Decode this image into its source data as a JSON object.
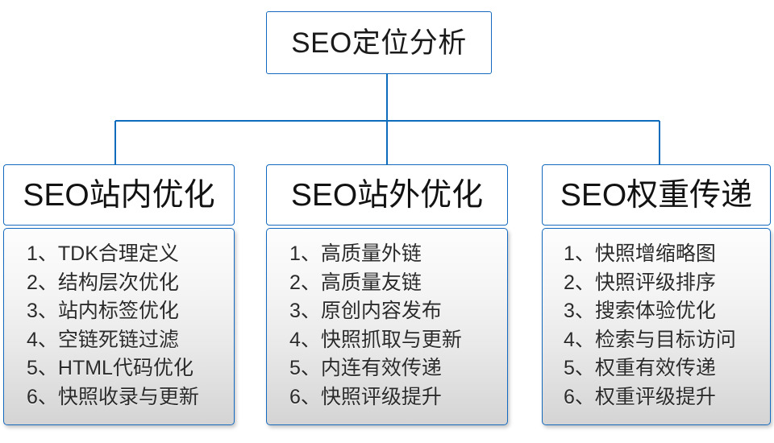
{
  "diagram": {
    "type": "org-chart",
    "colors": {
      "border_blue": "#1569bd",
      "connector_blue": "#0f6cbd",
      "header_background": "#ffffff",
      "body_gradient_top": "#fdfdfd",
      "body_gradient_bottom": "#d4d4d4",
      "text": "#2b2b2b"
    },
    "root": {
      "title": "SEO定位分析"
    },
    "branches": [
      {
        "title": "SEO站内优化",
        "items": [
          "1、TDK合理定义",
          "2、结构层次优化",
          "3、站内标签优化",
          "4、空链死链过滤",
          "5、HTML代码优化",
          "6、快照收录与更新"
        ]
      },
      {
        "title": "SEO站外优化",
        "items": [
          "1、高质量外链",
          "2、高质量友链",
          "3、原创内容发布",
          "4、快照抓取与更新",
          "5、内连有效传递",
          "6、快照评级提升"
        ]
      },
      {
        "title": "SEO权重传递",
        "items": [
          "1、快照增缩略图",
          "2、快照评级排序",
          "3、搜索体验优化",
          "4、检索与目标访问",
          "5、权重有效传递",
          "6、权重评级提升"
        ]
      }
    ]
  }
}
